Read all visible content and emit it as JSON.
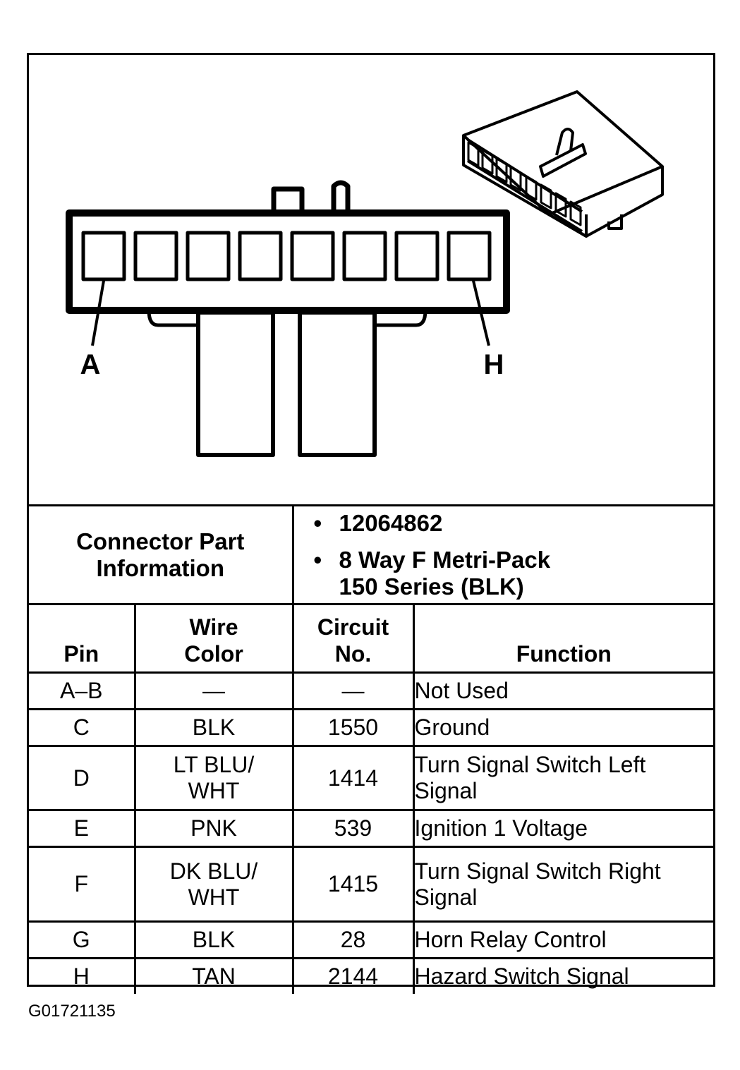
{
  "diagram": {
    "pin_labels": {
      "left": "A",
      "right": "H"
    },
    "cavity_count": 8
  },
  "connector_info": {
    "label": "Connector Part Information",
    "part_number": "12064862",
    "description_line1": "8 Way F Metri-Pack",
    "description_line2": "150 Series (BLK)",
    "bullet": "•"
  },
  "table": {
    "headers": {
      "pin": "Pin",
      "wire_color_line1": "Wire",
      "wire_color_line2": "Color",
      "circuit_line1": "Circuit",
      "circuit_line2": "No.",
      "function": "Function"
    },
    "rows": [
      {
        "pin": "A–B",
        "wire_line1": "—",
        "wire_line2": "",
        "circuit": "—",
        "function_line1": "Not Used",
        "function_line2": ""
      },
      {
        "pin": "C",
        "wire_line1": "BLK",
        "wire_line2": "",
        "circuit": "1550",
        "function_line1": "Ground",
        "function_line2": ""
      },
      {
        "pin": "D",
        "wire_line1": "LT BLU/",
        "wire_line2": "WHT",
        "circuit": "1414",
        "function_line1": "Turn Signal Switch Left",
        "function_line2": "Signal"
      },
      {
        "pin": "E",
        "wire_line1": "PNK",
        "wire_line2": "",
        "circuit": "539",
        "function_line1": "Ignition 1 Voltage",
        "function_line2": ""
      },
      {
        "pin": "F",
        "wire_line1": "DK BLU/",
        "wire_line2": "WHT",
        "circuit": "1415",
        "function_line1": "Turn Signal Switch Right",
        "function_line2": "Signal"
      },
      {
        "pin": "G",
        "wire_line1": "BLK",
        "wire_line2": "",
        "circuit": "28",
        "function_line1": "Horn Relay Control",
        "function_line2": ""
      },
      {
        "pin": "H",
        "wire_line1": "TAN",
        "wire_line2": "",
        "circuit": "2144",
        "function_line1": "Hazard Switch Signal",
        "function_line2": ""
      }
    ]
  },
  "figure_id": "G01721135"
}
